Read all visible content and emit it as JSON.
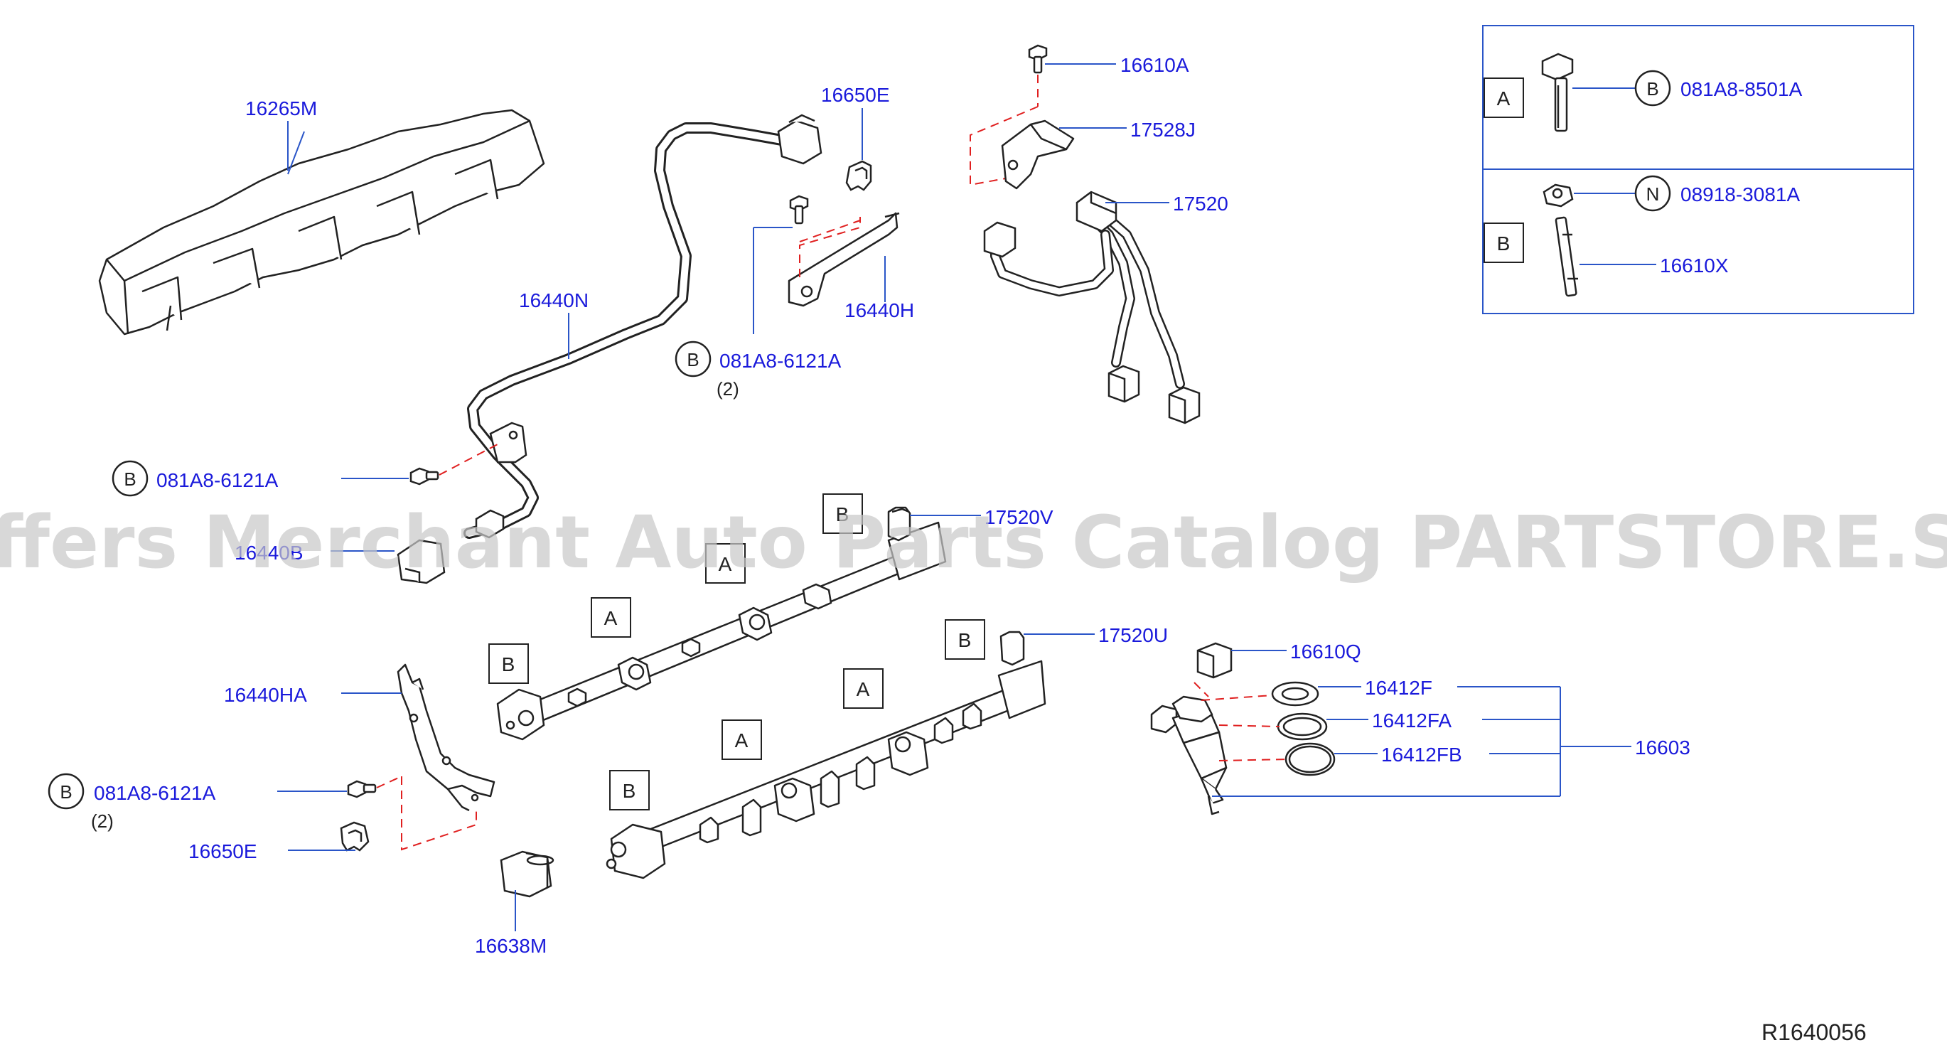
{
  "labels": {
    "p16265M": "16265M",
    "p16650E_top": "16650E",
    "p16610A": "16610A",
    "p17528J": "17528J",
    "p17520": "17520",
    "p16440N": "16440N",
    "p16440H": "16440H",
    "p081A8_6121A_top": "081A8-6121A",
    "qty_top": "(2)",
    "p081A8_6121A_mid": "081A8-6121A",
    "p16440B_partial": "16440B",
    "p17520V": "17520V",
    "p17520U": "17520U",
    "p16610Q": "16610Q",
    "p16412F": "16412F",
    "p16412FA": "16412FA",
    "p16412FB": "16412FB",
    "p16603": "16603",
    "p16440HA": "16440HA",
    "p081A8_6121A_bot": "081A8-6121A",
    "qty_bot": "(2)",
    "p16650E_bot": "16650E",
    "p16638M": "16638M",
    "legend_081A8_8501A": "081A8-8501A",
    "legend_08918_3081A": "08918-3081A",
    "legend_16610X": "16610X",
    "diagram_code": "R1640056"
  },
  "letters": {
    "A": "A",
    "B": "B",
    "N": "N"
  },
  "watermark": "Offers Merchant Auto Parts Catalog PARTSTORE.SA",
  "colors": {
    "label_blue": "#1a1adb",
    "leader_blue": "#2a55c8",
    "dash_red": "#e02020",
    "line_black": "#222222",
    "watermark_gray": "#c8c8c8"
  }
}
